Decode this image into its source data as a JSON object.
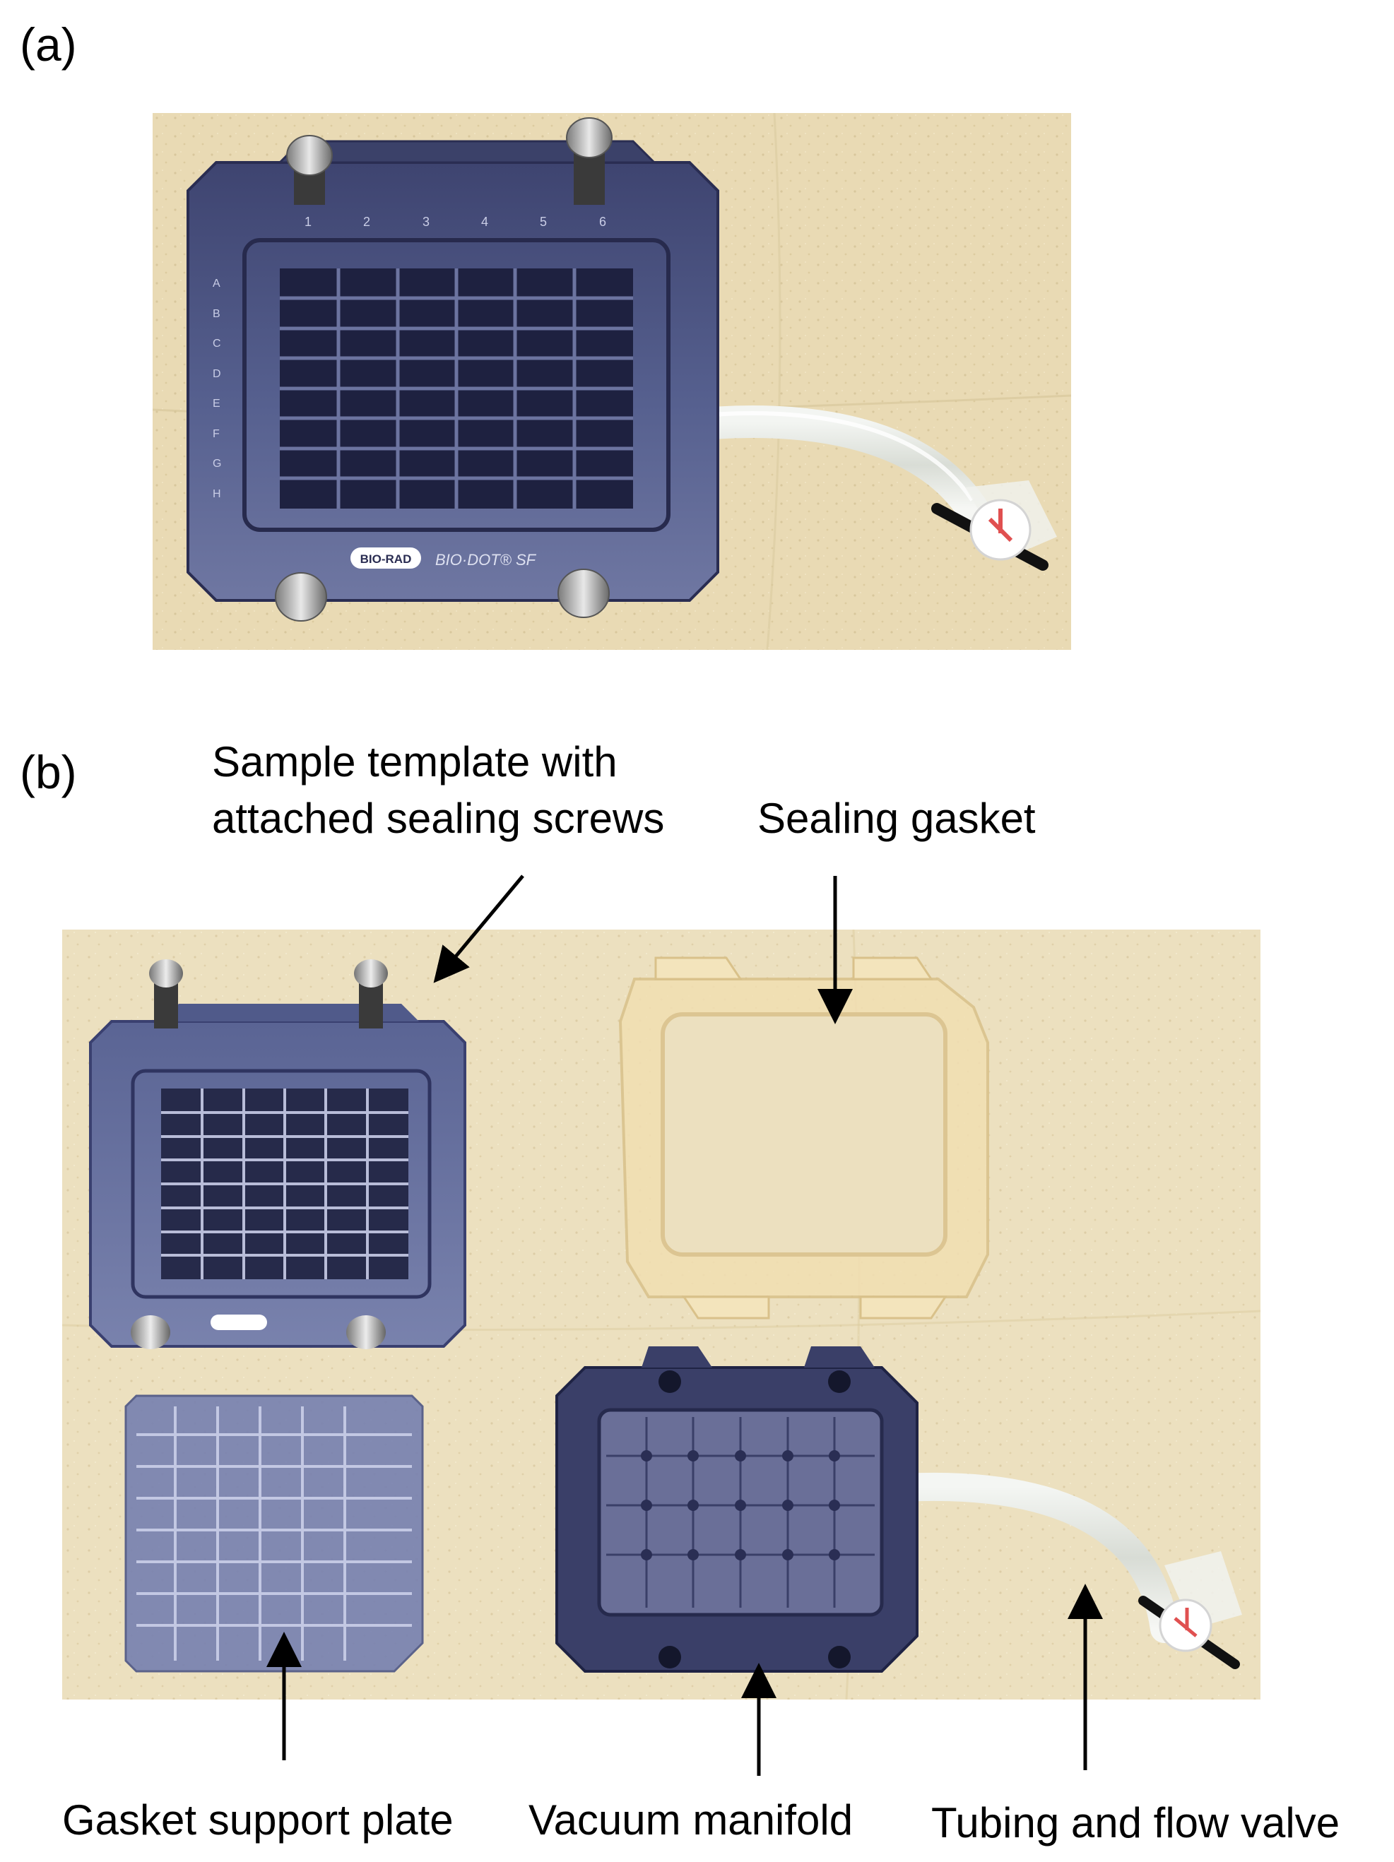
{
  "panel_a": {
    "label": "(a)",
    "device_brand": "BIO-RAD",
    "device_model": "BIO·DOT® SF",
    "column_markers": [
      "1",
      "2",
      "3",
      "4",
      "5",
      "6"
    ],
    "row_markers": [
      "A",
      "B",
      "C",
      "D",
      "E",
      "F",
      "G",
      "H"
    ]
  },
  "panel_b": {
    "label": "(b)",
    "annotations": {
      "sample_template": [
        "Sample template with",
        "attached sealing screws"
      ],
      "sealing_gasket": "Sealing gasket",
      "gasket_support_plate": "Gasket support plate",
      "vacuum_manifold": "Vacuum manifold",
      "tubing_and_valve": "Tubing and flow valve"
    }
  },
  "colors": {
    "background_cloth": "#e8d9b3",
    "device_purple": "#4a4f7a",
    "device_dark": "#20233f",
    "gasket_amber": "#efdcae",
    "tubing": "#e9ecea",
    "arrow": "#000000"
  }
}
